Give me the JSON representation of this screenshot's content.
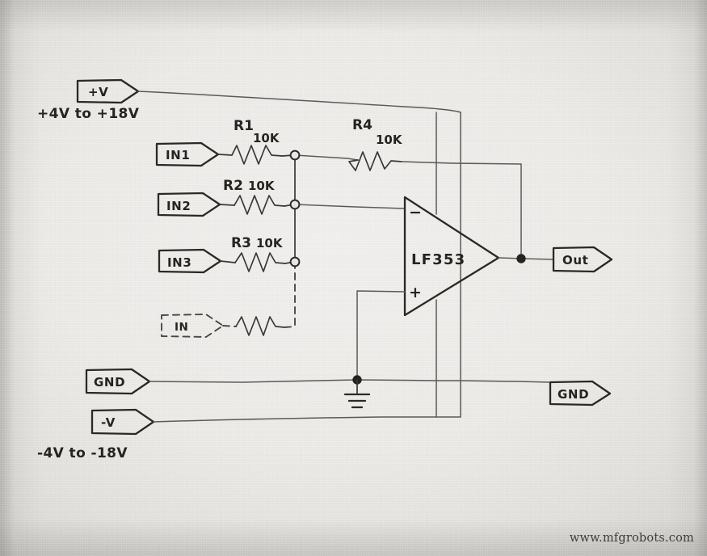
{
  "figure": {
    "kind": "hand-drawn-schematic",
    "title_text_visible": false,
    "watermark": "www.mfgrobots.com",
    "paper_color": "#eceae7",
    "ink_color": "#3a3836"
  },
  "power": {
    "positive_rail_label": "+V",
    "positive_rail_range": "+4V to +18V",
    "negative_rail_label": "-V",
    "negative_rail_range": "-4V to -18V",
    "ground_label_left": "GND",
    "ground_label_right": "GND"
  },
  "opamp": {
    "part_number": "LF353",
    "inverting_input_sign": "−",
    "noninverting_input_sign": "+"
  },
  "inputs": [
    {
      "terminal": "IN1",
      "resistor": "R1",
      "value": "10K",
      "style": "solid"
    },
    {
      "terminal": "IN2",
      "resistor": "R2",
      "value": "10K",
      "style": "solid"
    },
    {
      "terminal": "IN3",
      "resistor": "R3",
      "value": "10K",
      "style": "solid"
    },
    {
      "terminal": "IN",
      "resistor": "",
      "value": "",
      "style": "dashed"
    }
  ],
  "feedback": {
    "resistor": "R4",
    "value": "10K"
  },
  "output": {
    "terminal": "Out"
  }
}
